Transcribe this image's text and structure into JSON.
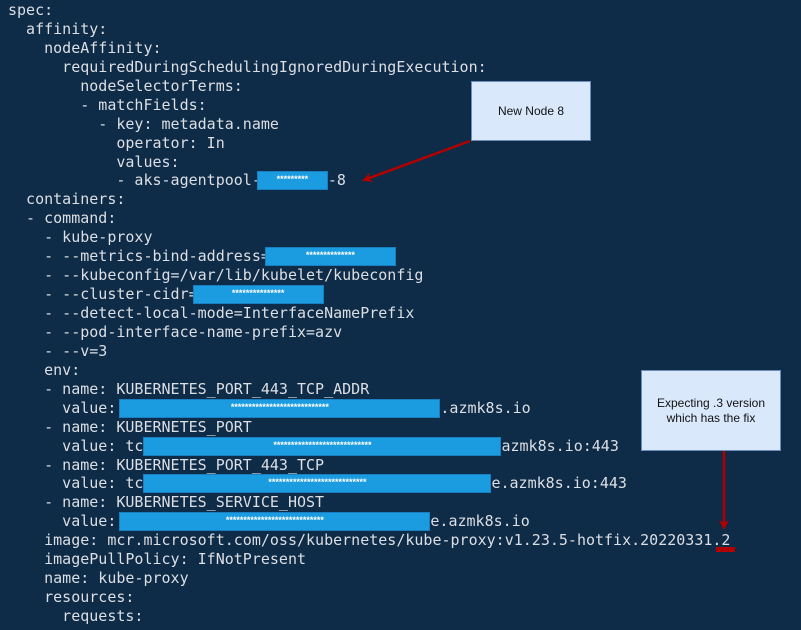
{
  "lines": [
    {
      "text": "spec:"
    },
    {
      "text": "  affinity:"
    },
    {
      "text": "    nodeAffinity:"
    },
    {
      "text": "      requiredDuringSchedulingIgnoredDuringExecution:"
    },
    {
      "text": "        nodeSelectorTerms:"
    },
    {
      "text": "        - matchFields:"
    },
    {
      "text": "          - key: metadata.name"
    },
    {
      "text": "            operator: In"
    },
    {
      "text": "            values:"
    },
    {
      "text": "            - aks-agentpool-",
      "redacted": "*********",
      "suffix": "-8"
    },
    {
      "text": "  containers:"
    },
    {
      "text": "  - command:"
    },
    {
      "text": "    - kube-proxy"
    },
    {
      "text": "    - --metrics-bind-address=",
      "redacted": "**************",
      "suffix": ""
    },
    {
      "text": "    - --kubeconfig=/var/lib/kubelet/kubeconfig"
    },
    {
      "text": "    - --cluster-cidr=",
      "redacted": "***************",
      "suffix": ""
    },
    {
      "text": "    - --detect-local-mode=InterfaceNamePrefix"
    },
    {
      "text": "    - --pod-interface-name-prefix=azv"
    },
    {
      "text": "    - --v=3"
    },
    {
      "text": "    env:"
    },
    {
      "text": "    - name: KUBERNETES_PORT_443_TCP_ADDR"
    },
    {
      "text": "      value: ",
      "redacted": "****************************",
      "suffix": ".azmk8s.io"
    },
    {
      "text": "    - name: KUBERNETES_PORT"
    },
    {
      "text": "      value: tc",
      "redacted": "****************************",
      "suffix": "azmk8s.io:443"
    },
    {
      "text": "    - name: KUBERNETES_PORT_443_TCP"
    },
    {
      "text": "      value: tc",
      "redacted": "****************************",
      "suffix": "e.azmk8s.io:443"
    },
    {
      "text": "    - name: KUBERNETES_SERVICE_HOST"
    },
    {
      "text": "      value: ",
      "redacted": "****************************",
      "suffix": "e.azmk8s.io"
    },
    {
      "text": "    image: mcr.microsoft.com/oss/kubernetes/kube-proxy:v1.23.5-hotfix.20220331.2"
    },
    {
      "text": "    imagePullPolicy: IfNotPresent"
    },
    {
      "text": "    name: kube-proxy"
    },
    {
      "text": "    resources:"
    },
    {
      "text": "      requests:"
    }
  ],
  "annotations": {
    "node_note": "New Node 8",
    "version_note": "Expecting .3 version which has the fix"
  },
  "colors": {
    "background": "#0e2b47",
    "text": "#dcdfe4",
    "redaction": "#1b9be0",
    "note_fill": "#dae8fc",
    "arrow": "#b20000"
  }
}
